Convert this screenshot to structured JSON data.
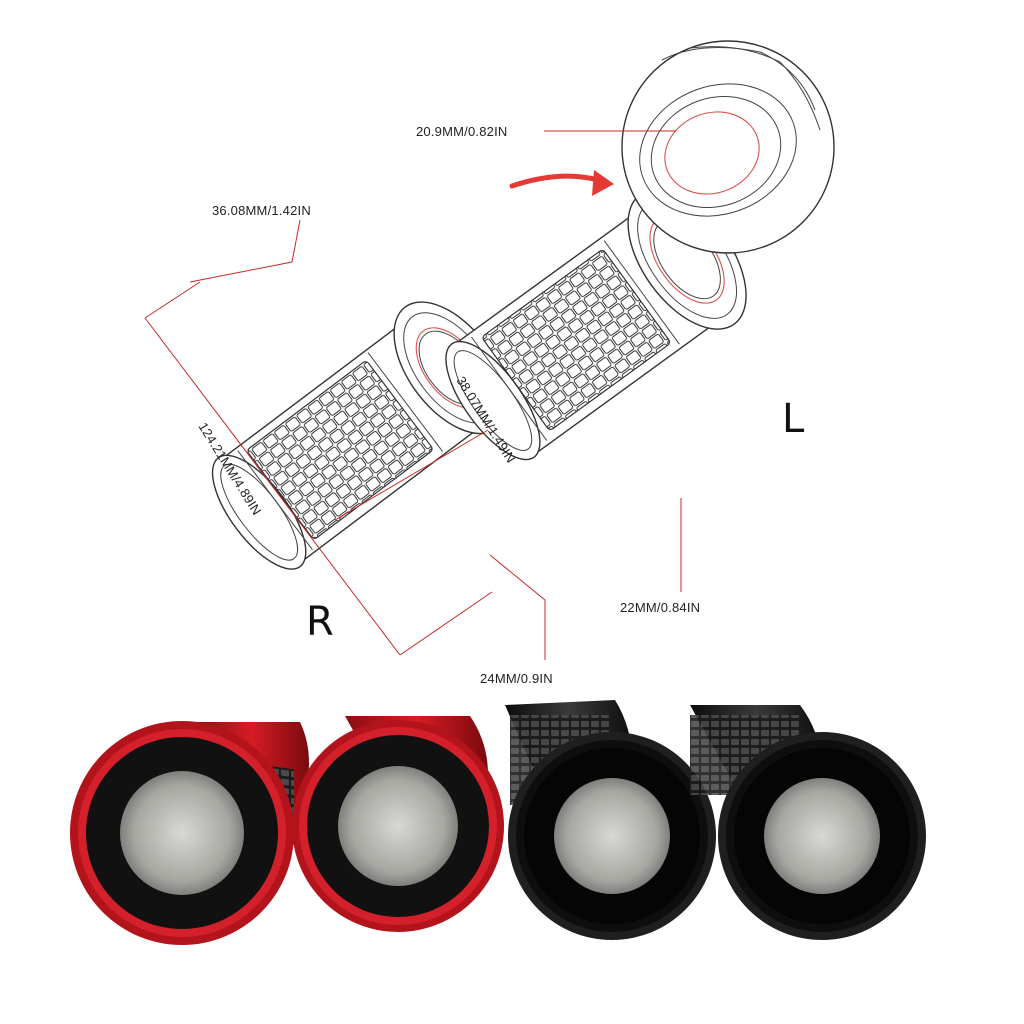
{
  "diagram": {
    "labels": {
      "top_inner_diameter": "20.9MM/0.82IN",
      "end_outer_diameter": "36.08MM/1.42IN",
      "length": "124.21MM/4.89IN",
      "mid_outer_diameter": "38.07MM/1.49IN",
      "right_inner_diameter": "24MM/0.9IN",
      "left_inner_diameter": "22MM/0.84IN"
    },
    "sides": {
      "right": "R",
      "left": "L"
    },
    "colors": {
      "leader": "#c62828",
      "arrow": "#e53935",
      "line": "#333333"
    }
  },
  "photo": {
    "grips": [
      {
        "color": "red"
      },
      {
        "color": "red"
      },
      {
        "color": "black"
      },
      {
        "color": "black"
      }
    ],
    "colors": {
      "red": "#c8161d",
      "black": "#1a1a1a",
      "inner": "#9c9c98"
    }
  }
}
